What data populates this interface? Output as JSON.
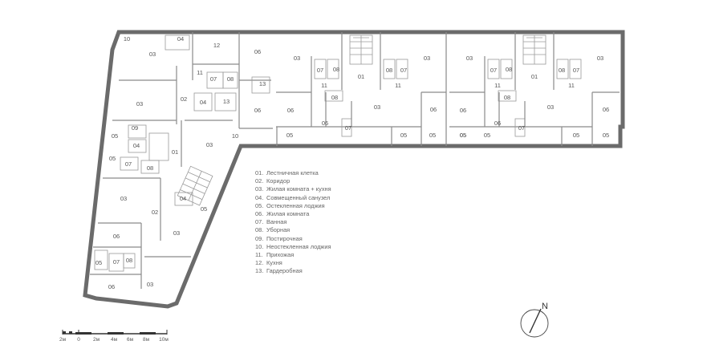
{
  "legend": [
    {
      "code": "01.",
      "label": "Лестничная клетка"
    },
    {
      "code": "02.",
      "label": "Коридор"
    },
    {
      "code": "03.",
      "label": "Жилая комната + кухня"
    },
    {
      "code": "04.",
      "label": "Совмещенный санузел"
    },
    {
      "code": "05.",
      "label": "Остекленная лоджия"
    },
    {
      "code": "06.",
      "label": "Жилая комната"
    },
    {
      "code": "07.",
      "label": "Ванная"
    },
    {
      "code": "08.",
      "label": "Уборная"
    },
    {
      "code": "09.",
      "label": "Постирочная"
    },
    {
      "code": "10.",
      "label": "Неостекленная лоджия"
    },
    {
      "code": "11.",
      "label": "Прихожая"
    },
    {
      "code": "12.",
      "label": "Кухня"
    },
    {
      "code": "13.",
      "label": "Гардеробная"
    }
  ],
  "scale_bar": {
    "labels": [
      "2м",
      "0",
      "2м",
      "4м",
      "6м",
      "8м",
      "10м"
    ]
  },
  "compass": {
    "label": "N",
    "icon": "north-arrow-icon"
  },
  "rooms": [
    {
      "code": "10"
    },
    {
      "code": "04"
    },
    {
      "code": "03"
    },
    {
      "code": "12"
    },
    {
      "code": "06"
    },
    {
      "code": "11"
    },
    {
      "code": "07"
    },
    {
      "code": "08"
    },
    {
      "code": "13"
    },
    {
      "code": "03"
    },
    {
      "code": "02"
    },
    {
      "code": "04"
    },
    {
      "code": "13"
    },
    {
      "code": "06"
    },
    {
      "code": "09"
    },
    {
      "code": "05"
    },
    {
      "code": "04"
    },
    {
      "code": "01"
    },
    {
      "code": "03"
    },
    {
      "code": "10"
    },
    {
      "code": "05"
    },
    {
      "code": "07"
    },
    {
      "code": "08"
    },
    {
      "code": "03"
    },
    {
      "code": "04"
    },
    {
      "code": "02"
    },
    {
      "code": "05"
    },
    {
      "code": "06"
    },
    {
      "code": "03"
    },
    {
      "code": "05"
    },
    {
      "code": "07"
    },
    {
      "code": "08"
    },
    {
      "code": "06"
    },
    {
      "code": "03"
    },
    {
      "code": "03"
    },
    {
      "code": "07"
    },
    {
      "code": "08"
    },
    {
      "code": "11"
    },
    {
      "code": "01"
    },
    {
      "code": "08"
    },
    {
      "code": "07"
    },
    {
      "code": "11"
    },
    {
      "code": "03"
    },
    {
      "code": "06"
    },
    {
      "code": "06"
    },
    {
      "code": "08"
    },
    {
      "code": "03"
    },
    {
      "code": "06"
    },
    {
      "code": "07"
    },
    {
      "code": "05"
    },
    {
      "code": "05"
    },
    {
      "code": "05"
    },
    {
      "code": "05"
    },
    {
      "code": "03"
    },
    {
      "code": "07"
    },
    {
      "code": "08"
    },
    {
      "code": "11"
    },
    {
      "code": "01"
    },
    {
      "code": "08"
    },
    {
      "code": "07"
    },
    {
      "code": "11"
    },
    {
      "code": "03"
    },
    {
      "code": "06"
    },
    {
      "code": "06"
    },
    {
      "code": "08"
    },
    {
      "code": "03"
    },
    {
      "code": "06"
    },
    {
      "code": "07"
    },
    {
      "code": "05"
    },
    {
      "code": "05"
    },
    {
      "code": "05"
    },
    {
      "code": "05"
    }
  ]
}
